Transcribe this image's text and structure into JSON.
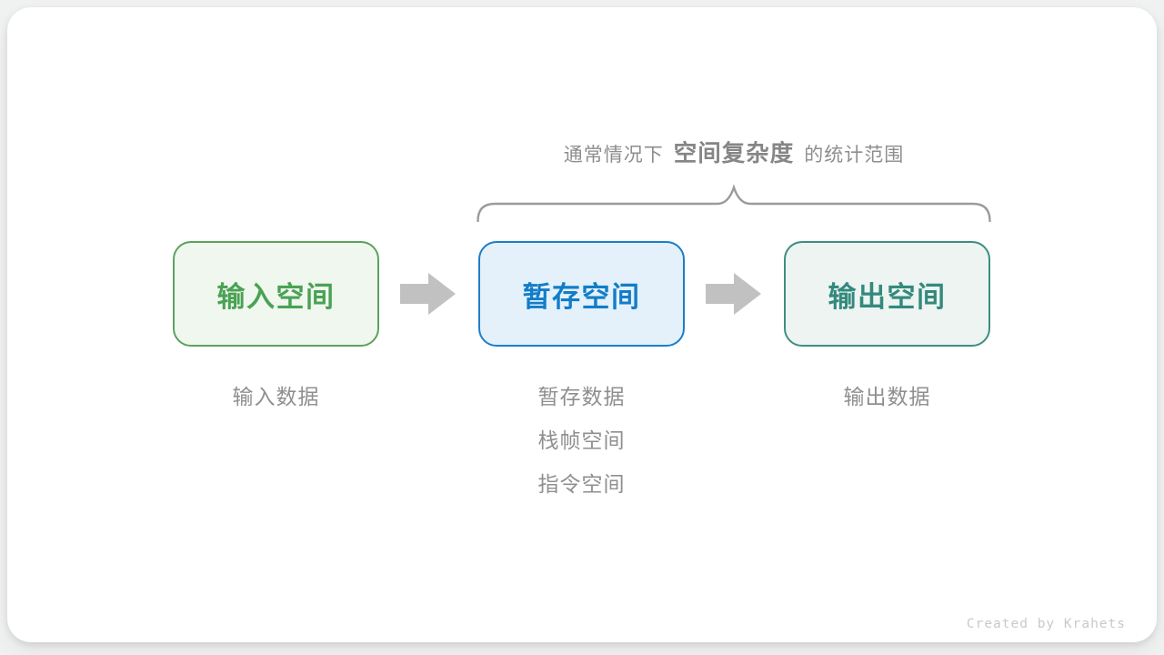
{
  "annotation": {
    "prefix": "通常情况下",
    "highlight": "空间复杂度",
    "suffix": "的统计范围"
  },
  "boxes": [
    {
      "id": "input-space",
      "label": "输入空间",
      "border_color": "#5aa35e",
      "fill_color": "#f0f7ef",
      "text_color": "#4aa254",
      "sublabels": [
        "输入数据"
      ]
    },
    {
      "id": "temp-space",
      "label": "暂存空间",
      "border_color": "#1c7ec7",
      "fill_color": "#e4f1fb",
      "text_color": "#127dc8",
      "sublabels": [
        "暂存数据",
        "栈帧空间",
        "指令空间"
      ]
    },
    {
      "id": "output-space",
      "label": "输出空间",
      "border_color": "#3e8d83",
      "fill_color": "#edf4f1",
      "text_color": "#34897d",
      "sublabels": [
        "输出数据"
      ]
    }
  ],
  "credit": "Created by Krahets",
  "colors": {
    "page-bg": "#f0f1f1",
    "card-bg": "#ffffff",
    "annotation-gray": "#8e8e8e",
    "annotation-bold-gray": "#868686",
    "sublabel-gray": "#8f8f8f",
    "brace-gray": "#9b9b9b",
    "arrow-gray": "#c1c1c1",
    "credit-gray": "#c9c9c9"
  }
}
